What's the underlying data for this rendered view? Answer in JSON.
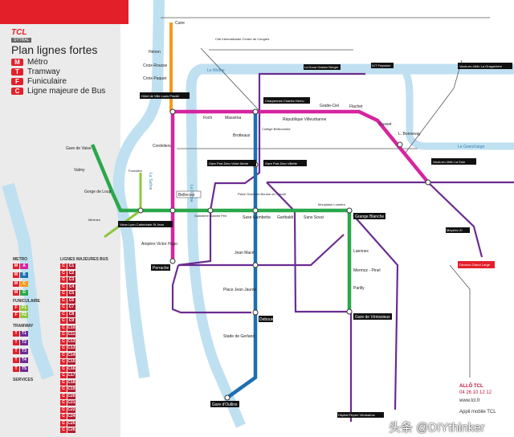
{
  "header": {
    "logo": "TCL",
    "tag": "SYTRAL",
    "title": "Plan lignes fortes"
  },
  "key": [
    {
      "badge": "M",
      "label": "Métro"
    },
    {
      "badge": "T",
      "label": "Tramway"
    },
    {
      "badge": "F",
      "label": "Funiculaire"
    },
    {
      "badge": "C",
      "label": "Ligne majeure de Bus"
    }
  ],
  "colors": {
    "red": "#e3202a",
    "metro_a": "#d6249f",
    "metro_b": "#1d6fb0",
    "metro_c": "#f39a1e",
    "metro_d": "#2aa84a",
    "funicular": "#8fc640",
    "tram": "#6b2c91",
    "river": "#bfe0f0"
  },
  "legend": {
    "metro_title": "METRO",
    "metro": [
      "A",
      "B",
      "C",
      "D"
    ],
    "funicular_title": "FUNICULAIRE",
    "funicular": [
      "F1",
      "F2"
    ],
    "tram_title": "TRAMWAY",
    "tram": [
      "T1",
      "T2",
      "T3",
      "T4",
      "T5"
    ],
    "services_title": "SERVICES",
    "bus_title": "LIGNES MAJEURES BUS",
    "bus": [
      "C1",
      "C2",
      "C3",
      "C4",
      "C5",
      "C6",
      "C7",
      "C8",
      "C9",
      "C10",
      "C11",
      "C12",
      "C13",
      "C14",
      "C15",
      "C16",
      "C17",
      "C18",
      "C19",
      "C20",
      "C21",
      "C22",
      "C24",
      "C25",
      "C26"
    ]
  },
  "rivers": {
    "saone": "La Saône",
    "rhone": "Le Rhône",
    "grand_large": "Le Grand large"
  },
  "stations": [
    "Cuire",
    "Hénon",
    "Croix-Rousse",
    "Croix-Paquet",
    "Hôtel de Ville Louis Pradel",
    "Foch",
    "Masséna",
    "Charpennes Charles Hernu",
    "République Villeurbanne",
    "Gratte-Ciel",
    "Flachet",
    "Cusset",
    "L. Bonnevay",
    "Vaulx-en-Velin La Soie",
    "Brotteaux",
    "Collège Bellecombe",
    "Cordeliers",
    "Gare Part-Dieu Vivier Merle",
    "Gare Part-Dieu Villette",
    "Bellecour",
    "Place Guichard Bourse du Travail",
    "Gare de Vaise",
    "Valmy",
    "Gorge de Loup",
    "Vieux Lyon Cathédrale St Jean",
    "Fourvière",
    "Minimes",
    "Ampère Victor Hugo",
    "Perrache",
    "Guillotière Gabriel Péri",
    "Saxe Gambetta",
    "Garibaldi",
    "Sans Souci",
    "Monplaisir Lumière",
    "Grange Blanche",
    "Jean Macé",
    "Place Jean Jaurès",
    "Debourg",
    "Stade de Gerland",
    "Gare d'Oullins",
    "Laennec",
    "Mermoz - Pinel",
    "Parilly",
    "Gare de Vénissieux",
    "Cité Internationale Centre de Congrès",
    "IUT Feyssine",
    "La Doua Gaston Berger",
    "Vaulx-en-Velin La Grappinière",
    "Hôpital Feyzin Vénissieux",
    "Meyzieu ZI",
    "Décines Grand Large"
  ],
  "contact": {
    "allo": "ALLÔ TCL",
    "phone": "04 26 10 12 12",
    "web": "www.tcl.fr",
    "app": "Appli mobile TCL"
  },
  "watermark": "头条 @DIYthinker"
}
